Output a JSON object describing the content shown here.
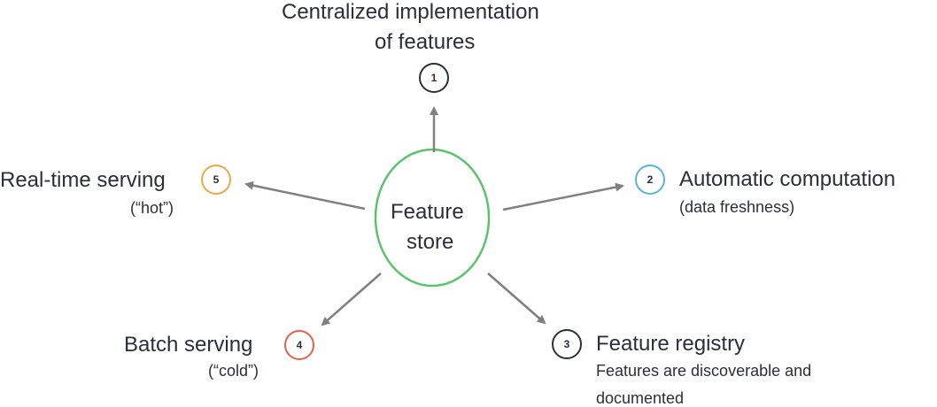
{
  "hub": {
    "line1": "Feature",
    "line2": "store",
    "color": "#5cc26f"
  },
  "nodes": [
    {
      "number": "1",
      "title_line1": "Centralized implementation",
      "title_line2": "of features",
      "subtitle": "",
      "color": "#2b2f36"
    },
    {
      "number": "2",
      "title_line1": "Automatic computation",
      "subtitle": "(data freshness)",
      "color": "#5ab4d8"
    },
    {
      "number": "3",
      "title_line1": "Feature registry",
      "subtitle_line1": "Features are discoverable and",
      "subtitle_line2": "documented",
      "color": "#2b2f36"
    },
    {
      "number": "4",
      "title_line1": "Batch serving",
      "subtitle": "(“cold”)",
      "color": "#e0634c"
    },
    {
      "number": "5",
      "title_line1": "Real-time serving",
      "subtitle": "(“hot”)",
      "color": "#e9a94a"
    }
  ],
  "arrow_color": "#808080"
}
